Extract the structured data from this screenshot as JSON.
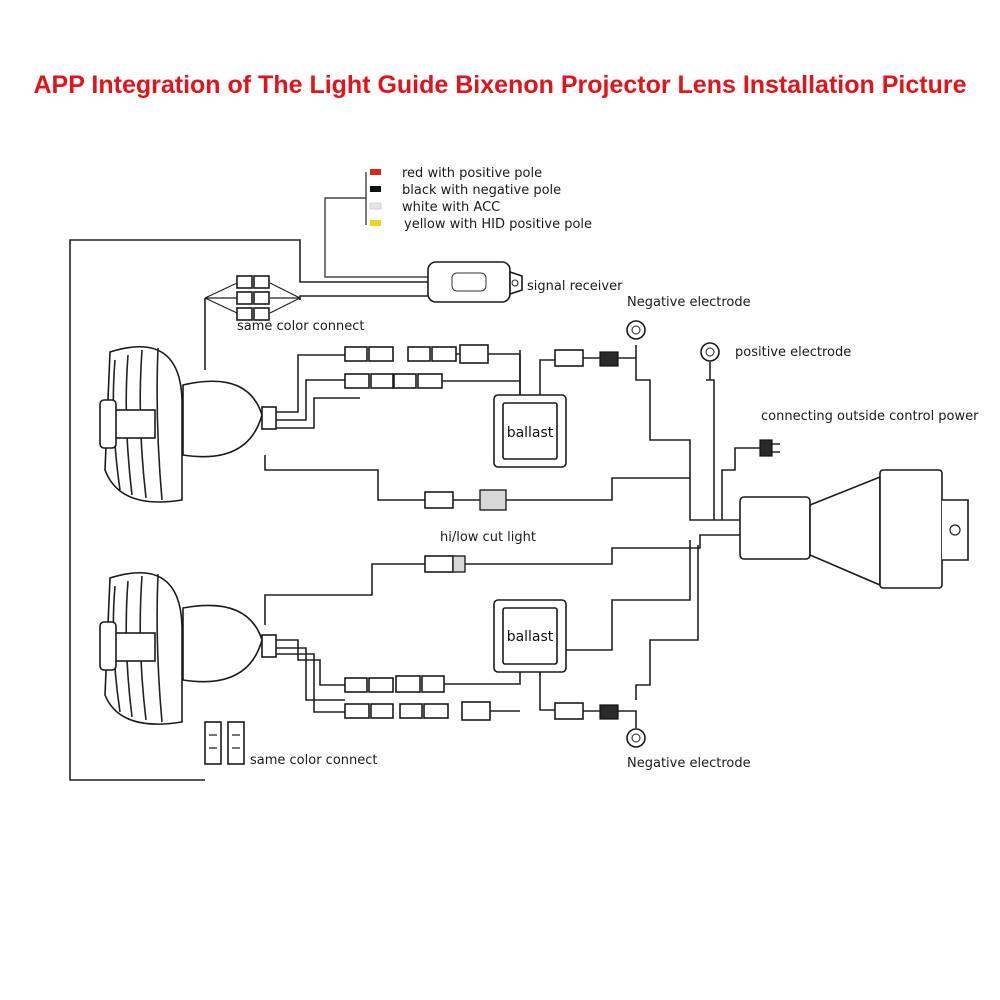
{
  "title": "APP Integration of The Light Guide Bixenon Projector Lens Installation Picture",
  "legend": {
    "items": [
      {
        "label": "red with positive pole",
        "color": "#d7261e"
      },
      {
        "label": "black with negative pole",
        "color": "#111111"
      },
      {
        "label": "white with ACC",
        "color": "#e6e6e6"
      },
      {
        "label": "yellow with HID positive pole",
        "color": "#f2d21b"
      }
    ]
  },
  "labels": {
    "signal_receiver": "signal receiver",
    "negative_electrode_top": "Negative electrode",
    "positive_electrode": "positive electrode",
    "outside_power": "connecting outside control power",
    "same_color_top": "same color connect",
    "ballast_top": "ballast",
    "hi_low": "hi/low cut light",
    "ballast_bottom": "ballast",
    "same_color_bottom": "same color connect",
    "negative_electrode_bottom": "Negative electrode"
  },
  "colors": {
    "title": "#e3131b",
    "line": "#222222"
  }
}
